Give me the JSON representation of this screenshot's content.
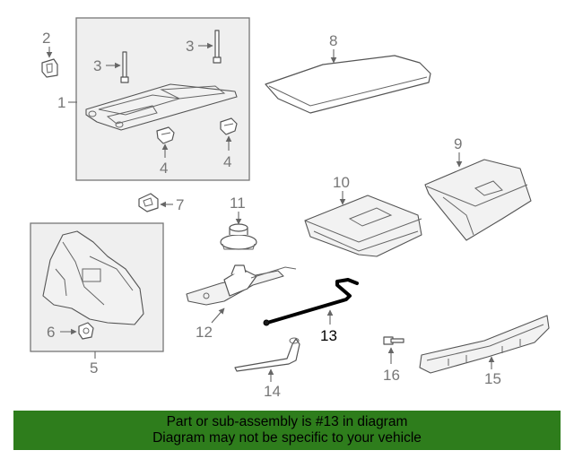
{
  "diagram": {
    "callouts": {
      "c1": "1",
      "c2": "2",
      "c3a": "3",
      "c3b": "3",
      "c4a": "4",
      "c4b": "4",
      "c5": "5",
      "c6": "6",
      "c7": "7",
      "c8": "8",
      "c9": "9",
      "c10": "10",
      "c11": "11",
      "c12": "12",
      "c13": "13",
      "c14": "14",
      "c15": "15",
      "c16": "16"
    },
    "highlighted_part": "13"
  },
  "banner": {
    "line1": "Part or sub-assembly is #13 in diagram",
    "line2": "Diagram may not be specific to your vehicle"
  },
  "colors": {
    "banner_bg": "#2e7d1c",
    "line_art": "#555555",
    "highlight": "#000000"
  }
}
